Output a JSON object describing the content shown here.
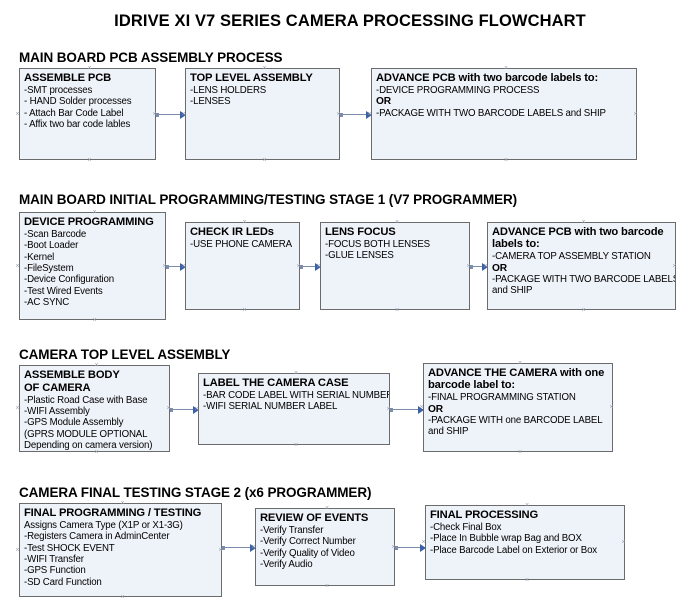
{
  "document": {
    "title": "IDRIVE XI V7 SERIES CAMERA PROCESSING FLOWCHART"
  },
  "sections": [
    {
      "heading": "MAIN BOARD PCB ASSEMBLY PROCESS",
      "boxes": [
        {
          "title": "ASSEMBLE PCB",
          "lines": [
            {
              "text": "-SMT processes",
              "bold": false
            },
            {
              "text": "- HAND Solder processes",
              "bold": false
            },
            {
              "text": "- Attach Bar Code Label",
              "bold": false
            },
            {
              "text": "- Affix two bar code lables",
              "bold": false
            }
          ]
        },
        {
          "title": "TOP LEVEL ASSEMBLY",
          "lines": [
            {
              "text": "-LENS HOLDERS",
              "bold": false
            },
            {
              "text": "-LENSES",
              "bold": false
            }
          ]
        },
        {
          "title": "ADVANCE PCB with two barcode labels to:",
          "lines": [
            {
              "text": "-DEVICE PROGRAMMING PROCESS",
              "bold": false
            },
            {
              "text": "OR",
              "bold": true
            },
            {
              "text": "-PACKAGE WITH TWO BARCODE LABELS and SHIP",
              "bold": false
            }
          ]
        }
      ]
    },
    {
      "heading": "MAIN BOARD INITIAL PROGRAMMING/TESTING STAGE 1 (V7 PROGRAMMER)",
      "boxes": [
        {
          "title": "DEVICE PROGRAMMING",
          "lines": [
            {
              "text": "-Scan Barcode",
              "bold": false
            },
            {
              "text": "-Boot Loader",
              "bold": false
            },
            {
              "text": "-Kernel",
              "bold": false
            },
            {
              "text": "-FileSystem",
              "bold": false
            },
            {
              "text": "-Device Configuration",
              "bold": false
            },
            {
              "text": "-Test Wired Events",
              "bold": false
            },
            {
              "text": "-AC SYNC",
              "bold": false
            }
          ]
        },
        {
          "title": "CHECK IR LEDs",
          "lines": [
            {
              "text": "-USE PHONE CAMERA",
              "bold": false
            }
          ]
        },
        {
          "title": "LENS FOCUS",
          "lines": [
            {
              "text": "-FOCUS BOTH LENSES",
              "bold": false
            },
            {
              "text": "-GLUE LENSES",
              "bold": false
            }
          ]
        },
        {
          "title": "ADVANCE PCB with two barcode labels to:",
          "lines": [
            {
              "text": "-CAMERA TOP ASSEMBLY STATION",
              "bold": false
            },
            {
              "text": "OR",
              "bold": true
            },
            {
              "text": "-PACKAGE WITH TWO BARCODE LABELS",
              "bold": false
            },
            {
              "text": "and SHIP",
              "bold": false
            }
          ]
        }
      ]
    },
    {
      "heading": "CAMERA TOP LEVEL ASSEMBLY",
      "boxes": [
        {
          "title": "ASSEMBLE BODY OF CAMERA",
          "lines": [
            {
              "text": "-Plastic Road Case with Base",
              "bold": false
            },
            {
              "text": "-WIFI Assembly",
              "bold": false
            },
            {
              "text": "-GPS Module Assembly",
              "bold": false
            },
            {
              "text": "(GPRS MODULE OPTIONAL",
              "bold": false
            },
            {
              "text": "Depending on camera version)",
              "bold": false
            }
          ]
        },
        {
          "title": "LABEL THE CAMERA CASE",
          "lines": [
            {
              "text": "-BAR CODE LABEL WITH SERIAL NUMBER",
              "bold": false
            },
            {
              "text": "-WIFI SERIAL NUMBER LABEL",
              "bold": false
            }
          ]
        },
        {
          "title": "ADVANCE THE CAMERA with one barcode label to:",
          "lines": [
            {
              "text": "-FINAL PROGRAMMING STATION",
              "bold": false
            },
            {
              "text": "OR",
              "bold": true
            },
            {
              "text": "-PACKAGE WITH one BARCODE LABEL",
              "bold": false
            },
            {
              "text": "and SHIP",
              "bold": false
            }
          ]
        }
      ]
    },
    {
      "heading": "CAMERA FINAL TESTING STAGE 2 (x6 PROGRAMMER)",
      "boxes": [
        {
          "title": "FINAL PROGRAMMING / TESTING",
          "lines": [
            {
              "text": "Assigns Camera Type (X1P or X1-3G)",
              "bold": false
            },
            {
              "text": "-Registers Camera in AdminCenter",
              "bold": false
            },
            {
              "text": "-Test SHOCK EVENT",
              "bold": false
            },
            {
              "text": "-WIFI Transfer",
              "bold": false
            },
            {
              "text": "-GPS Function",
              "bold": false
            },
            {
              "text": "-SD Card Function",
              "bold": false
            }
          ]
        },
        {
          "title": "REVIEW OF EVENTS",
          "lines": [
            {
              "text": "-Verify Transfer",
              "bold": false
            },
            {
              "text": "-Verify Correct Number",
              "bold": false
            },
            {
              "text": "-Verify Quality of Video",
              "bold": false
            },
            {
              "text": "-Verify Audio",
              "bold": false
            }
          ]
        },
        {
          "title": "FINAL PROCESSING",
          "lines": [
            {
              "text": " -Check Final Box",
              "bold": false
            },
            {
              "text": "-Place In Bubble wrap Bag and BOX",
              "bold": false
            },
            {
              "text": "-Place Barcode Label on Exterior or Box",
              "bold": false
            }
          ]
        }
      ]
    }
  ],
  "colors": {
    "box_fill": "#eef2f9",
    "box_border": "#6b6b6b",
    "connector": "#7b8cad",
    "arrow_head": "#3b5fa8",
    "text": "#000000"
  }
}
